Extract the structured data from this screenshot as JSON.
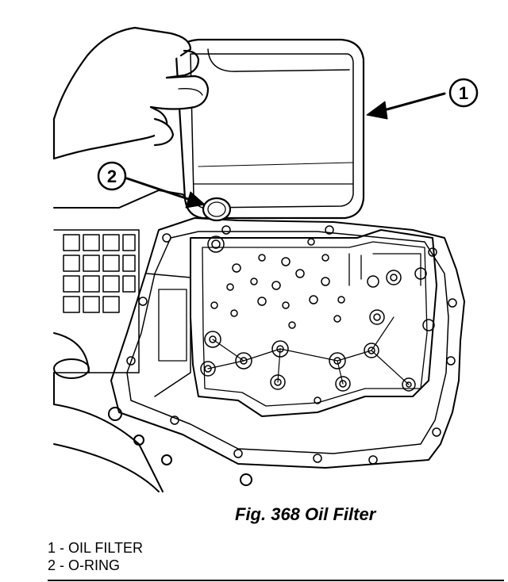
{
  "callouts": [
    {
      "number": "1",
      "label": "OIL FILTER"
    },
    {
      "number": "2",
      "label": "O-RING"
    }
  ],
  "figure": {
    "caption": "Fig. 368 Oil Filter"
  },
  "legend": {
    "item1": "1 - OIL FILTER",
    "item2": "2 - O-RING"
  }
}
